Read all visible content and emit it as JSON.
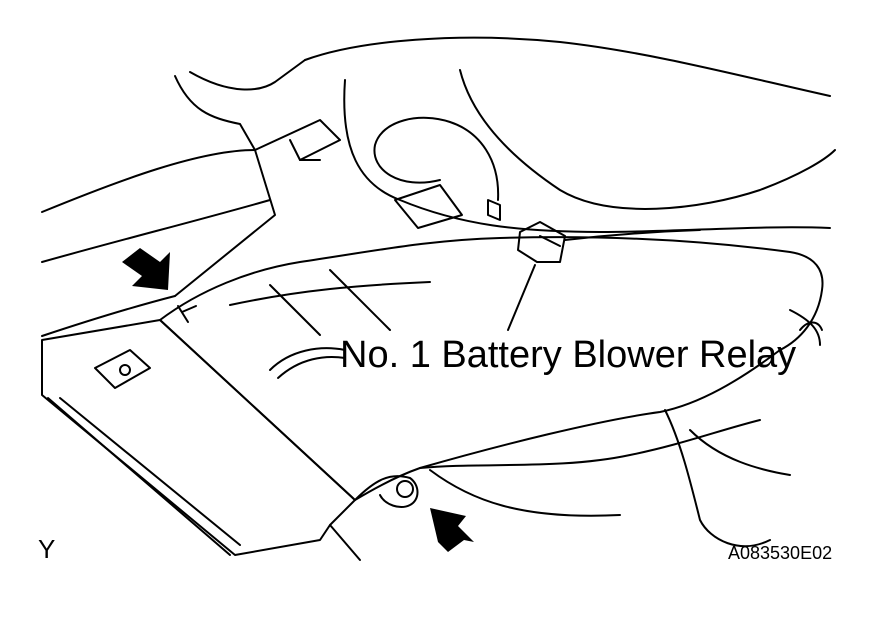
{
  "diagram": {
    "callout_label": "No. 1 Battery Blower Relay",
    "view_letter": "Y",
    "figure_code": "A083530E02"
  },
  "colors": {
    "line": "#000000",
    "background": "#ffffff"
  }
}
